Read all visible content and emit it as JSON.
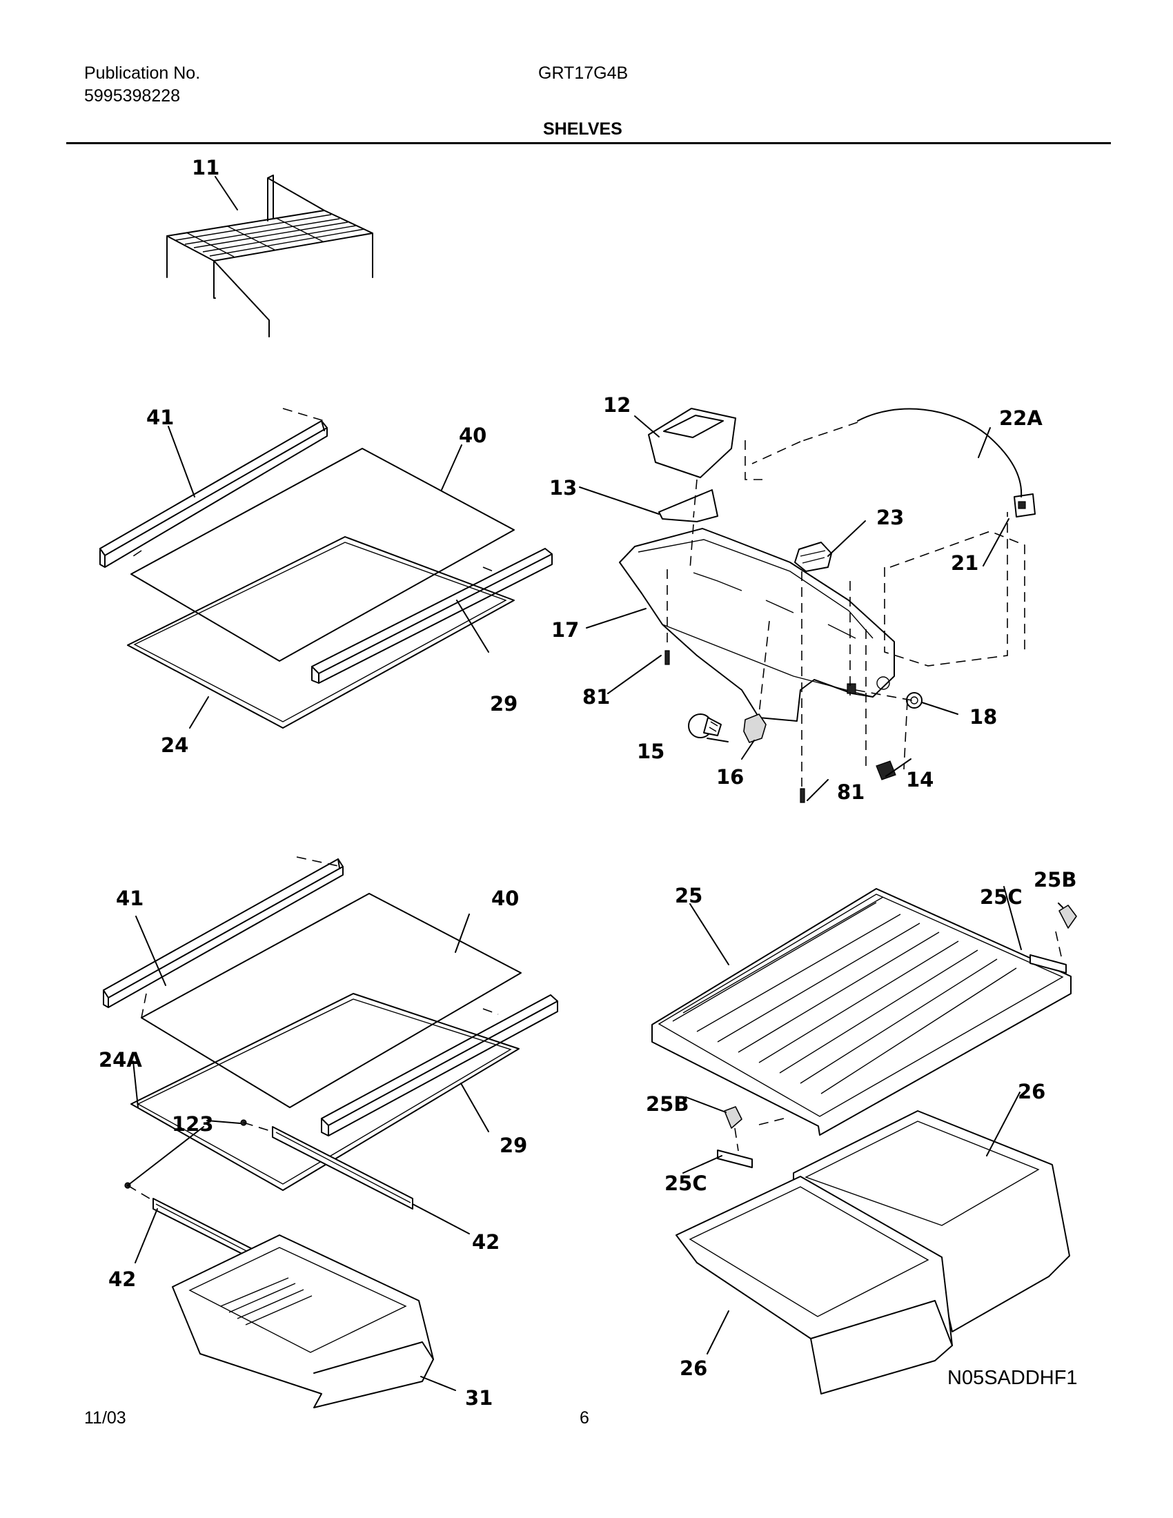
{
  "header": {
    "publication_label": "Publication No.",
    "publication_number": "5995398228",
    "model": "GRT17G4B",
    "section_title": "SHELVES"
  },
  "callouts": {
    "c11": "11",
    "c41a": "41",
    "c40a": "40",
    "c29a": "29",
    "c24": "24",
    "c12": "12",
    "c22a": "22A",
    "c13": "13",
    "c23": "23",
    "c21": "21",
    "c17": "17",
    "c81a": "81",
    "c18": "18",
    "c15": "15",
    "c16": "16",
    "c81b": "81",
    "c14": "14",
    "c41b": "41",
    "c40b": "40",
    "c24a": "24A",
    "c123": "123",
    "c29b": "29",
    "c42a": "42",
    "c42b": "42",
    "c31": "31",
    "c25": "25",
    "c25c_a": "25C",
    "c25b_a": "25B",
    "c26a": "26",
    "c25b_b": "25B",
    "c25c_b": "25C",
    "c26b": "26"
  },
  "footer": {
    "diagram_code": "N05SADDHF1",
    "date": "11/03",
    "page": "6"
  }
}
